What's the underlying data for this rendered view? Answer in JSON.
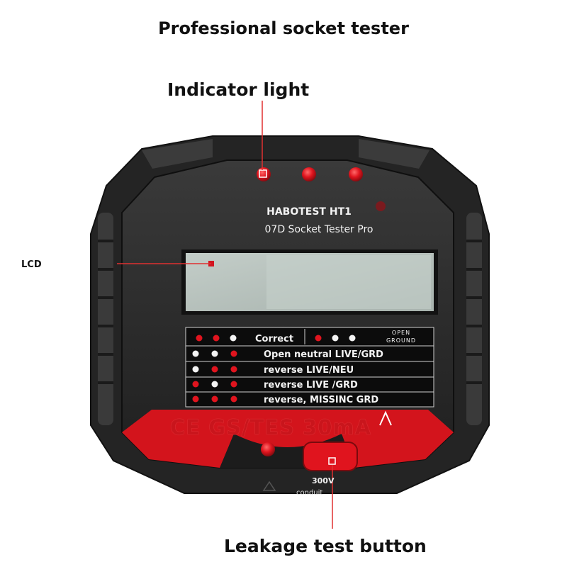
{
  "title": "Professional socket tester",
  "callouts": {
    "indicator": "Indicator light",
    "lcd": "LCD",
    "leakage": "Leakage test button"
  },
  "device": {
    "brand": "HABOTEST HT1",
    "model": "07D Socket Tester Pro",
    "legend_header": {
      "correct": "Correct",
      "open": "OPEN",
      "ground": "GROUND"
    },
    "legend_rows": [
      "Open neutral LIVE/GRD",
      "reverse LIVE/NEU",
      "reverse LIVE /GRD",
      "reverse, MISSINC GRD"
    ],
    "ce_mark": "CE GS/TES 30mA",
    "voltage": "300V",
    "conduit": "conduit"
  },
  "colors": {
    "body": "#2a2a2a",
    "accent": "#d3141c",
    "lcd": "#b4c0ba",
    "led_red": "#e0141e"
  }
}
